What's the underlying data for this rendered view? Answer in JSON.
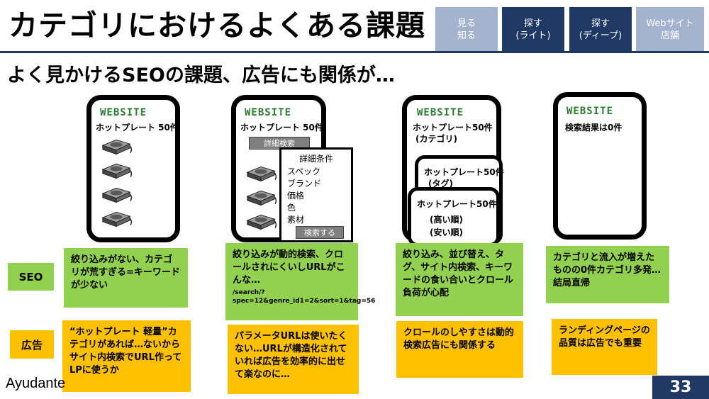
{
  "header": {
    "title": "カテゴリにおけるよくある課題",
    "nav": [
      {
        "line1": "見る",
        "line2": "知る",
        "active": false
      },
      {
        "line1": "探す",
        "line2": "(ライト)",
        "active": true
      },
      {
        "line1": "探す",
        "line2": "(ディープ)",
        "active": true
      },
      {
        "line1": "Webサイト",
        "line2": "店舗",
        "active": false
      }
    ]
  },
  "subtitle": "よく見かけるSEOの課題、広告にも関係が…",
  "mockups": {
    "site_label": "WEBSITE",
    "m1": {
      "count": "ホットプレート 50件"
    },
    "m2": {
      "count": "ホットプレート 50件",
      "detail_button": "詳細検索",
      "popup_title": "詳細条件",
      "options": [
        "スペック",
        "ブランド",
        "価格",
        "色",
        "素材"
      ],
      "search_button": "検索する"
    },
    "m3": {
      "count": "ホットプレート50件",
      "count_sub": "(カテゴリ)",
      "tag_count": "ホットプレート50件",
      "tag_sub": "(タグ)",
      "sort_count": "ホットプレート50件",
      "sort_high": "(高い順)",
      "sort_low": "(安い順)"
    },
    "m4": {
      "count": "検索結果は0件"
    }
  },
  "rows": {
    "seo_label": "SEO",
    "ad_label": "広告"
  },
  "notes": {
    "seo": [
      {
        "text": "絞り込みがない、カテゴリが荒すぎる=キーワードが少ない"
      },
      {
        "text": "絞り込みが動的検索、クロールされにくいしURLがこんな…",
        "url": "/search/?spec=12&genre_id1=2&sort=1&tag=56"
      },
      {
        "text": "絞り込み、並び替え、タグ、サイト内検索、キーワードの食い合いとクロール負荷が心配"
      },
      {
        "text": "カテゴリと流入が増えたものの0件カテゴリ多発…結局直帰"
      }
    ],
    "ad": [
      {
        "text": "“ホットプレート 軽量”カテゴリがあれば…ないからサイト内検索でURL作ってLPに使うか"
      },
      {
        "text": "パラメータURLは使いたくない…URLが構造化されていれば広告を効率的に出せて楽なのに…"
      },
      {
        "text": "クロールのしやすさは動的検索広告にも関係する"
      },
      {
        "text": "ランディングページの品質は広告でも重要"
      }
    ]
  },
  "footer": {
    "brand": "Ayudante",
    "page_number": "33"
  },
  "colors": {
    "navy": "#1f3864",
    "nav_light": "#a3b3cf",
    "green": "#92d050",
    "orange": "#ffc000",
    "site_green": "#2e7d32"
  },
  "icons": {
    "product": "hot-plate-icon"
  }
}
